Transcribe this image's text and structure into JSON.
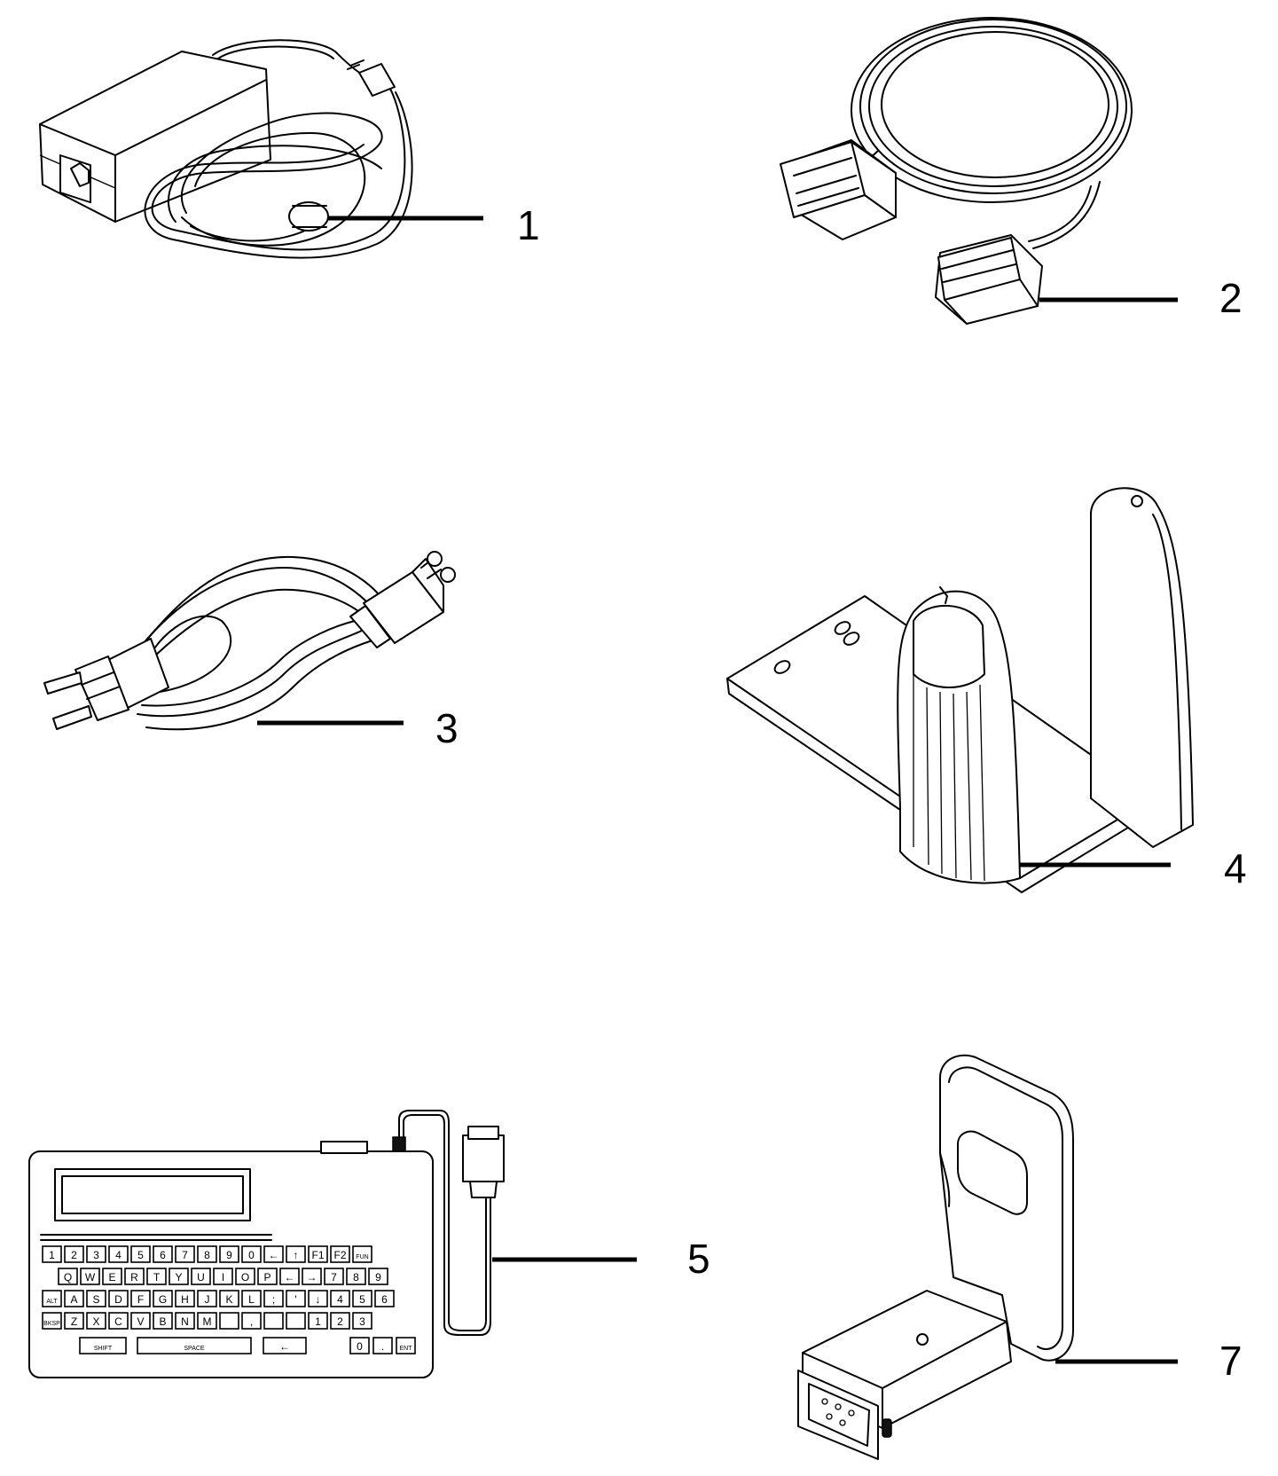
{
  "callouts": {
    "item1": "1",
    "item2": "2",
    "item3": "3",
    "item4": "4",
    "item5": "5",
    "item7": "7"
  },
  "keyboard": {
    "row1": [
      "1",
      "2",
      "3",
      "4",
      "5",
      "6",
      "7",
      "8",
      "9",
      "0",
      "←",
      "↑",
      "F1",
      "F2",
      "FUN"
    ],
    "row2": [
      "Q",
      "W",
      "E",
      "R",
      "T",
      "Y",
      "U",
      "I",
      "O",
      "P",
      "←",
      "→",
      "7",
      "8",
      "9"
    ],
    "row3": [
      "ALT",
      "A",
      "S",
      "D",
      "F",
      "G",
      "H",
      "J",
      "K",
      "L",
      ";",
      "'",
      "↓",
      "4",
      "5",
      "6"
    ],
    "row4": [
      "BKSP",
      "Z",
      "X",
      "C",
      "V",
      "B",
      "N",
      "M",
      "",
      ",",
      "",
      "",
      "1",
      "2",
      "3"
    ],
    "row5": [
      "SHIFT",
      "SPACE",
      "←",
      "0",
      ".",
      "ENT"
    ]
  }
}
